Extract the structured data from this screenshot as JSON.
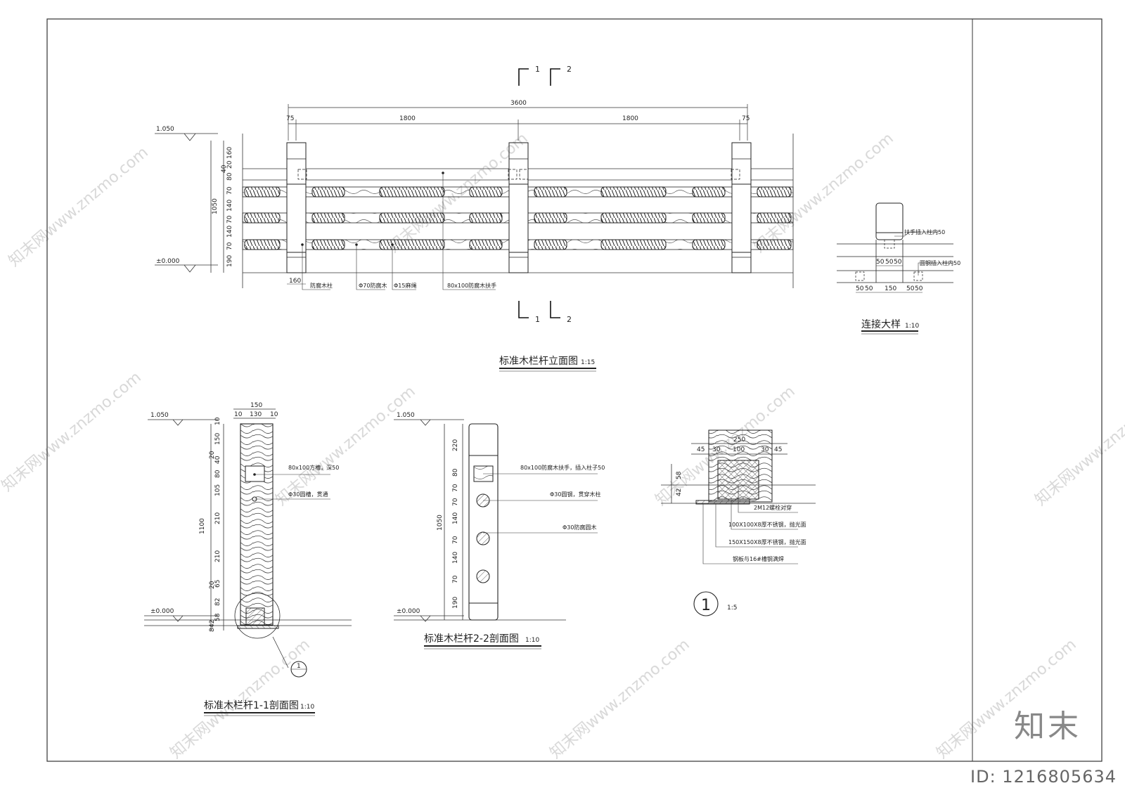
{
  "sheet": {
    "brand": "知末",
    "drawing_id": "ID: 1216805634",
    "watermark": "知末网www.znzmo.com"
  },
  "elevation": {
    "title": "标准木栏杆立面图",
    "scale": "1:15",
    "section_marks": [
      "1",
      "2"
    ],
    "dims_top": {
      "total": "3600",
      "left_edge": "75",
      "bay1": "1800",
      "bay2": "1800",
      "right_edge": "75"
    },
    "level_top": "1.050",
    "level_bottom": "±0.000",
    "total_height": "1050",
    "vertical_dims": [
      "160",
      "40",
      "20",
      "80",
      "70",
      "140",
      "70",
      "140",
      "70",
      "190"
    ],
    "post_width": "160",
    "labels": [
      "防腐木柱",
      "Φ70防腐木",
      "Φ15麻绳",
      "80x100防腐木扶手"
    ]
  },
  "detail_connection": {
    "title": "连接大样",
    "scale": "1:10",
    "notes": [
      "扶手插入柱内50",
      "圆钢插入柱内50"
    ],
    "dims_row1": [
      "50",
      "50",
      "50"
    ],
    "dims_row2": [
      "50",
      "50",
      "150",
      "50",
      "50"
    ]
  },
  "section_11": {
    "title": "标准木栏杆1-1剖面图",
    "scale": "1:10",
    "level_top": "1.050",
    "level_bottom": "±0.000",
    "width_dims": {
      "total": "150",
      "left": "10",
      "center": "130",
      "right": "10"
    },
    "total_height": "1100",
    "vertical_dims": [
      "10",
      "150",
      "20",
      "40",
      "80",
      "105",
      "210",
      "210",
      "20",
      "65",
      "82",
      "58",
      "42",
      "8"
    ],
    "notes": [
      "80x100方槽，深50",
      "Φ30圆槽，贯通"
    ],
    "callout": "1"
  },
  "section_22": {
    "title": "标准木栏杆2-2剖面图",
    "scale": "1:10",
    "level_top": "1.050",
    "level_bottom": "±0.000",
    "total_height": "1050",
    "vertical_dims": [
      "220",
      "80",
      "70",
      "70",
      "140",
      "70",
      "140",
      "70",
      "190"
    ],
    "notes": [
      "80x100防腐木扶手，插入柱子50",
      "Φ30圆钢，贯穿木柱",
      "Φ30防腐圆木"
    ]
  },
  "detail_1": {
    "number": "1",
    "scale": "1:5",
    "width_total": "250",
    "dims": [
      "45",
      "30",
      "100",
      "30",
      "45"
    ],
    "vertical_dims": [
      "58",
      "42"
    ],
    "notes": [
      "2M12螺栓对穿",
      "100X100X8厚不锈钢，抛光面",
      "150X150X8厚不锈钢，抛光面",
      "钢板与16#槽钢满焊"
    ]
  }
}
